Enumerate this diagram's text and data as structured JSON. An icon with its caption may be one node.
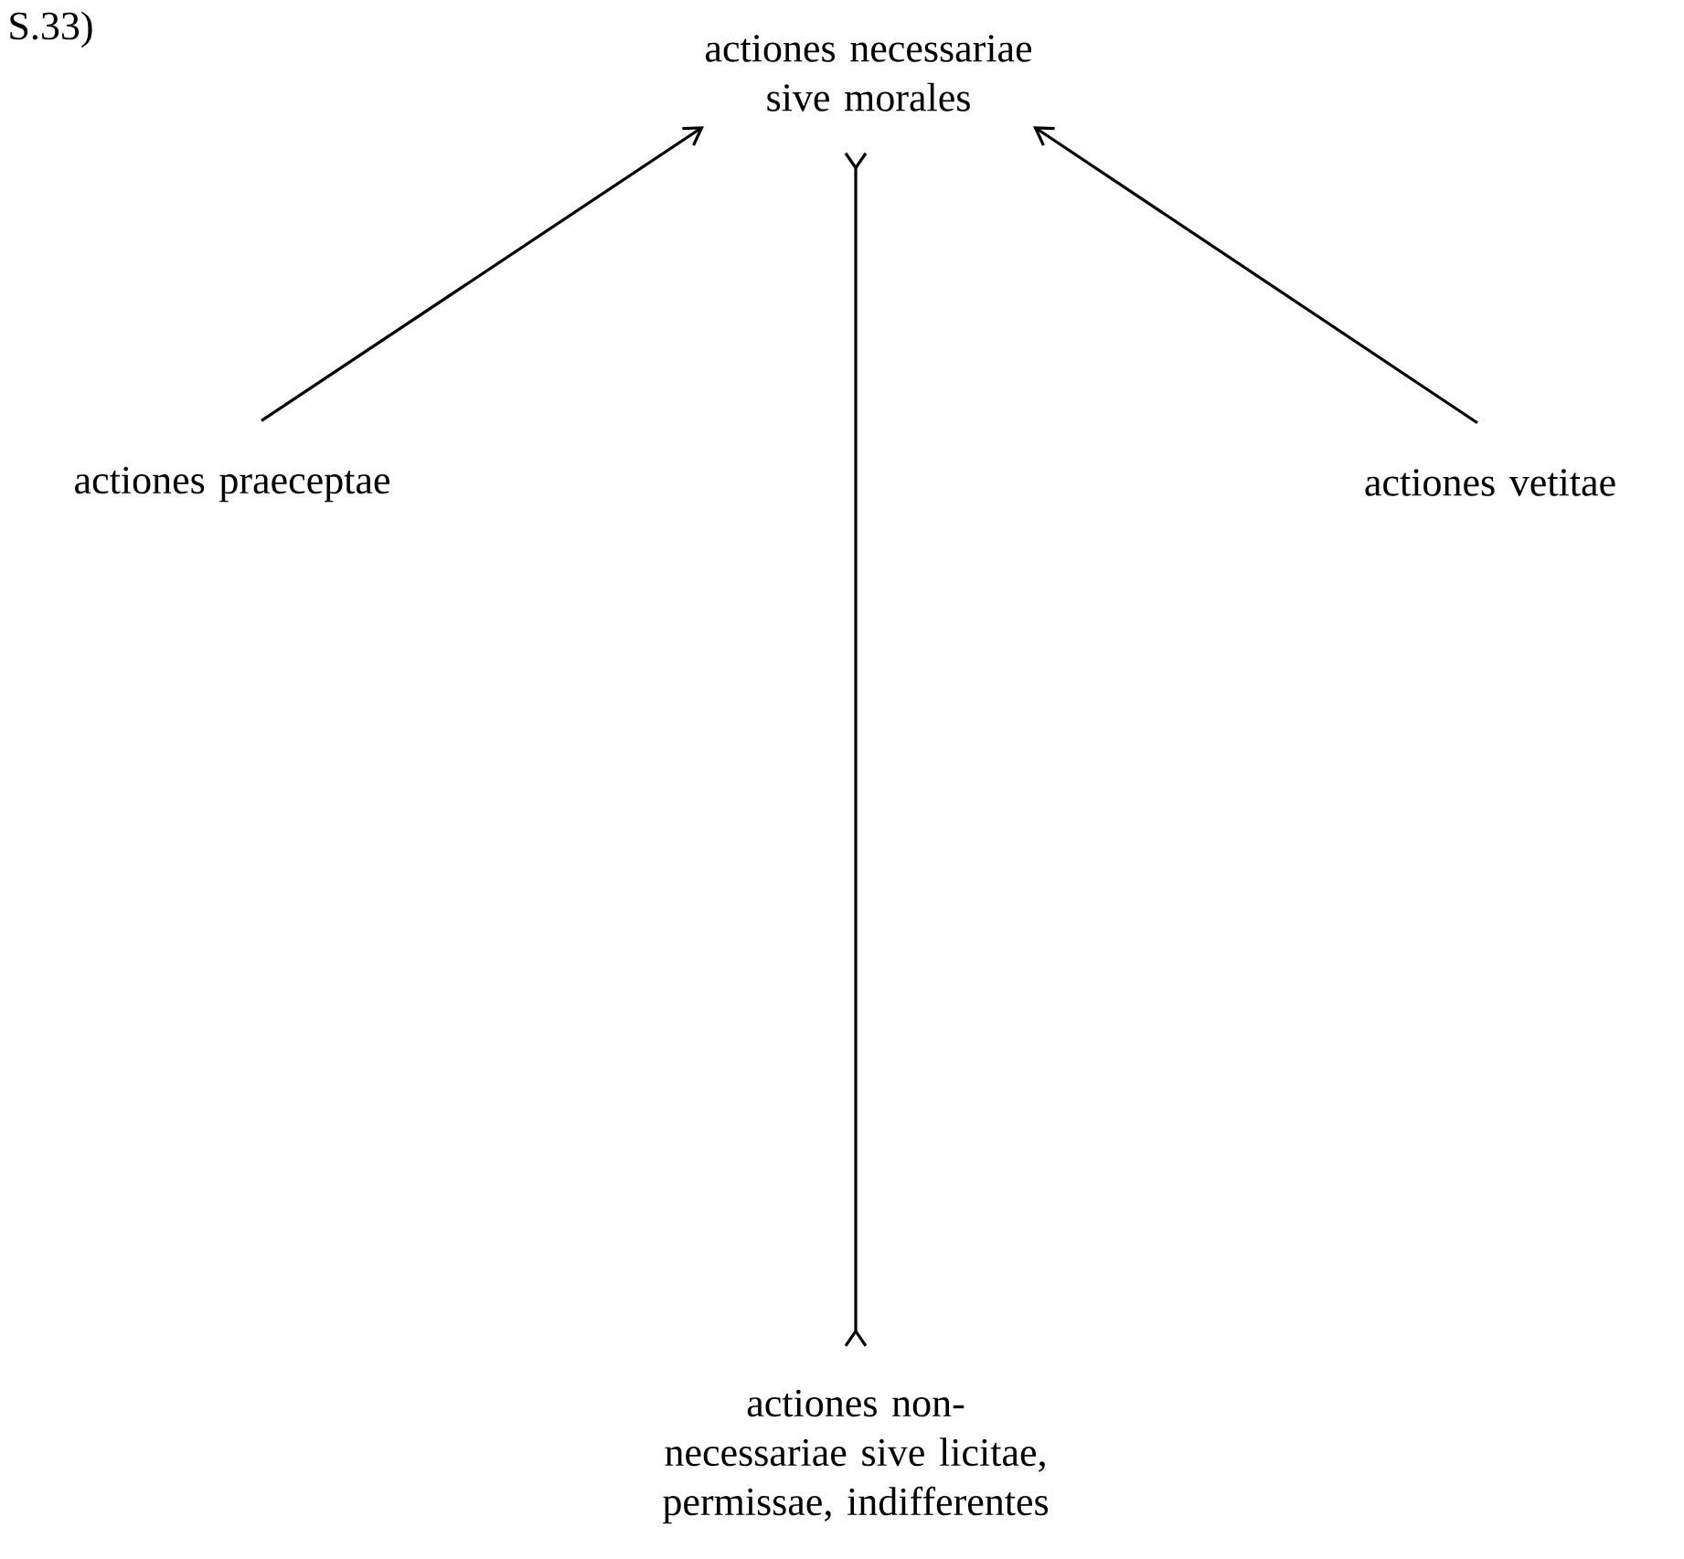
{
  "diagram": {
    "nodes": [
      {
        "text": [
          "actiones necessariae sive morales"
        ]
      },
      {
        "text": [
          "actiones praeceptae"
        ]
      },
      {
        "text": [
          "actiones vetitae"
        ]
      },
      {
        "text": [
          "actiones non-necessariae sive licitae, permissae, indifferentes"
        ]
      }
    ],
    "edges": [
      {
        "from": 1,
        "to": 0,
        "arrow": "to"
      },
      {
        "from": 2,
        "to": 0,
        "arrow": "to"
      },
      {
        "from": 0,
        "to": 3,
        "arrow": "other"
      }
    ],
    "labels": [
      "S.33)"
    ]
  }
}
